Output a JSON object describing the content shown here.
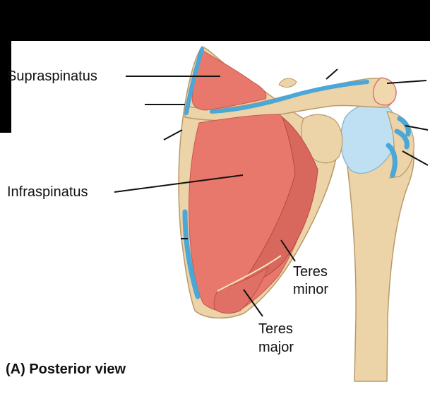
{
  "labels": {
    "supraspinatus": "Supraspinatus",
    "infraspinatus": "Infraspinatus",
    "teres_minor_line1": "Teres",
    "teres_minor_line2": "minor",
    "teres_major_line1": "Teres",
    "teres_major_line2": "major"
  },
  "caption": "(A) Posterior view",
  "colors": {
    "background": "#000000",
    "panel": "#ffffff",
    "bone": "#ecd3a8",
    "bone_edge": "#b89a6a",
    "muscle": "#e8786c",
    "muscle_dark": "#d0594f",
    "attachment": "#4aa7d8",
    "cartilage": "#bfe0f2"
  }
}
